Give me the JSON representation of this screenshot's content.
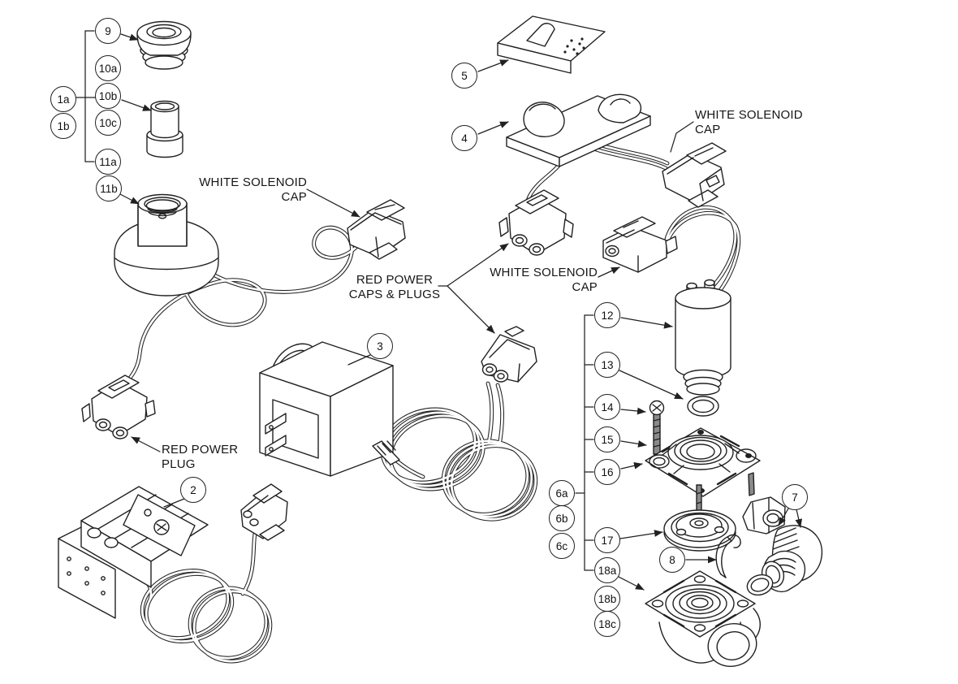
{
  "diagram": {
    "background_color": "#ffffff",
    "line_color": "#212121"
  },
  "callouts": {
    "c1a": "1a",
    "c1b": "1b",
    "c9": "9",
    "c10a": "10a",
    "c10b": "10b",
    "c10c": "10c",
    "c11a": "11a",
    "c11b": "11b",
    "c2": "2",
    "c3": "3",
    "c4": "4",
    "c5": "5",
    "c6a": "6a",
    "c6b": "6b",
    "c6c": "6c",
    "c7": "7",
    "c8": "8",
    "c12": "12",
    "c13": "13",
    "c14": "14",
    "c15": "15",
    "c16": "16",
    "c17": "17",
    "c18a": "18a",
    "c18b": "18b",
    "c18c": "18c"
  },
  "labels": {
    "cap_left_l1": "WHITE SOLENOID",
    "cap_left_l2": "CAP",
    "cap_top_right_l1": "WHITE SOLENOID",
    "cap_top_right_l2": "CAP",
    "cap_mid_l1": "WHITE SOLENOID",
    "cap_mid_l2": "CAP",
    "red_caps_l1": "RED POWER",
    "red_caps_l2": "CAPS & PLUGS",
    "red_plug_l1": "RED POWER",
    "red_plug_l2": "PLUG"
  }
}
